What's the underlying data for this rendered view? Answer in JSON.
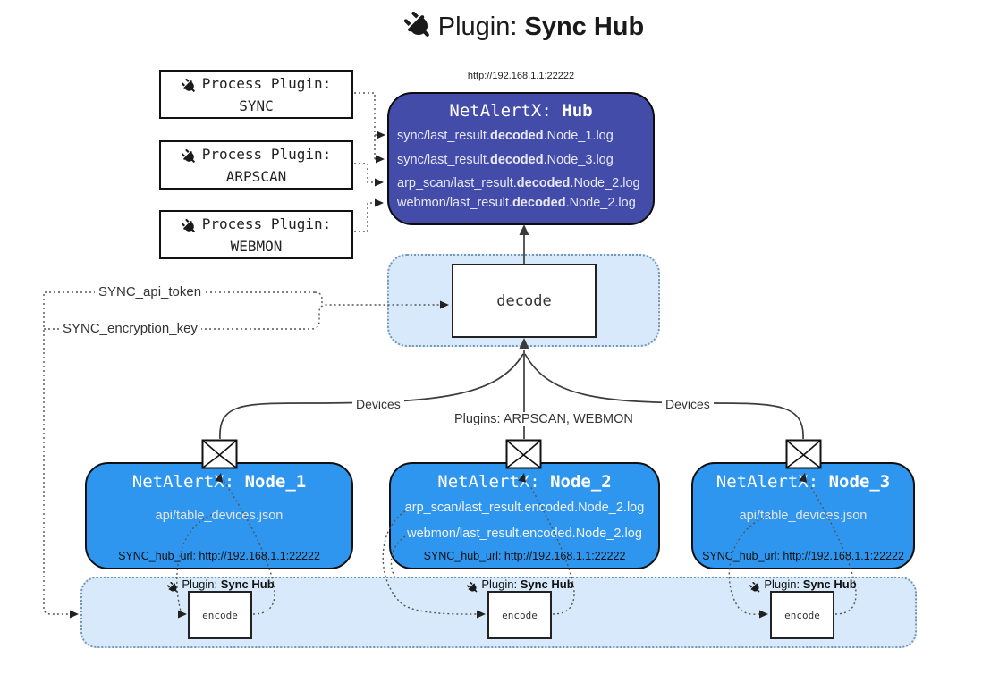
{
  "title": {
    "label": "Plugin:",
    "name": "Sync Hub"
  },
  "hub": {
    "url": "http://192.168.1.1:22222",
    "title_prefix": "NetAlertX: ",
    "title_name": "Hub",
    "logs": [
      {
        "pre": "sync/last_result.",
        "mid": "decoded",
        "post": ".Node_1.log"
      },
      {
        "pre": "sync/last_result.",
        "mid": "decoded",
        "post": ".Node_3.log"
      },
      {
        "pre": "arp_scan/last_result.",
        "mid": "decoded",
        "post": ".Node_2.log"
      },
      {
        "pre": "webmon/last_result.",
        "mid": "decoded",
        "post": ".Node_2.log"
      }
    ]
  },
  "process_plugins": [
    {
      "label": "Process Plugin:",
      "name": "SYNC"
    },
    {
      "label": "Process Plugin:",
      "name": "ARPSCAN"
    },
    {
      "label": "Process Plugin:",
      "name": "WEBMON"
    }
  ],
  "config": {
    "api_token": "SYNC_api_token",
    "encryption_key": "SYNC_encryption_key"
  },
  "decode_label": "decode",
  "edge_labels": {
    "devices_left": "Devices",
    "plugins_mid": "Plugins: ARPSCAN, WEBMON",
    "devices_right": "Devices"
  },
  "nodes": [
    {
      "title_prefix": "NetAlertX: ",
      "title_name": "Node_1",
      "lines": [
        "api/table_devices.json"
      ],
      "hub_url": "SYNC_hub_url: http://192.168.1.1:22222"
    },
    {
      "title_prefix": "NetAlertX: ",
      "title_name": "Node_2",
      "lines": [
        "arp_scan/last_result.encoded.Node_2.log",
        "webmon/last_result.encoded.Node_2.log"
      ],
      "hub_url": "SYNC_hub_url: http://192.168.1.1:22222"
    },
    {
      "title_prefix": "NetAlertX: ",
      "title_name": "Node_3",
      "lines": [
        "api/table_devices.json"
      ],
      "hub_url": "SYNC_hub_url: http://192.168.1.1:22222"
    }
  ],
  "encoder": {
    "plugin_label": "Plugin:",
    "plugin_name": "Sync Hub",
    "box_label": "encode"
  },
  "colors": {
    "hub_fill": "#434DA9",
    "node_fill": "#2E96EF",
    "container_fill": "#D7E9FA"
  }
}
